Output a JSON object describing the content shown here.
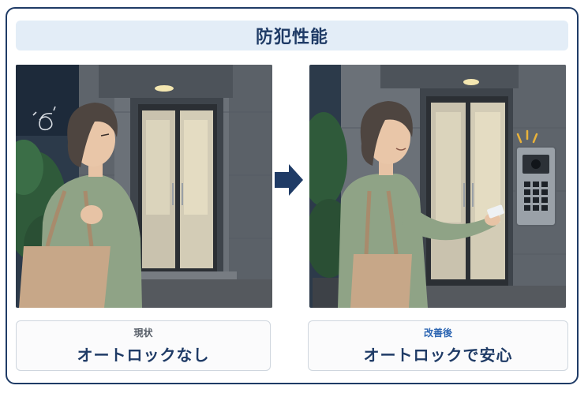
{
  "title": "防犯性能",
  "before": {
    "small_label": "現状",
    "main_label": "オートロックなし"
  },
  "after": {
    "small_label": "改善後",
    "main_label": "オートロックで安心"
  },
  "icons": {
    "arrow": "arrow-right-icon",
    "confusion": "swirl-icon",
    "sparkle": "sparkle-icon"
  },
  "colors": {
    "accent": "#1f3b66",
    "title_bg": "#e3edf7",
    "after_label": "#2f67b3"
  }
}
